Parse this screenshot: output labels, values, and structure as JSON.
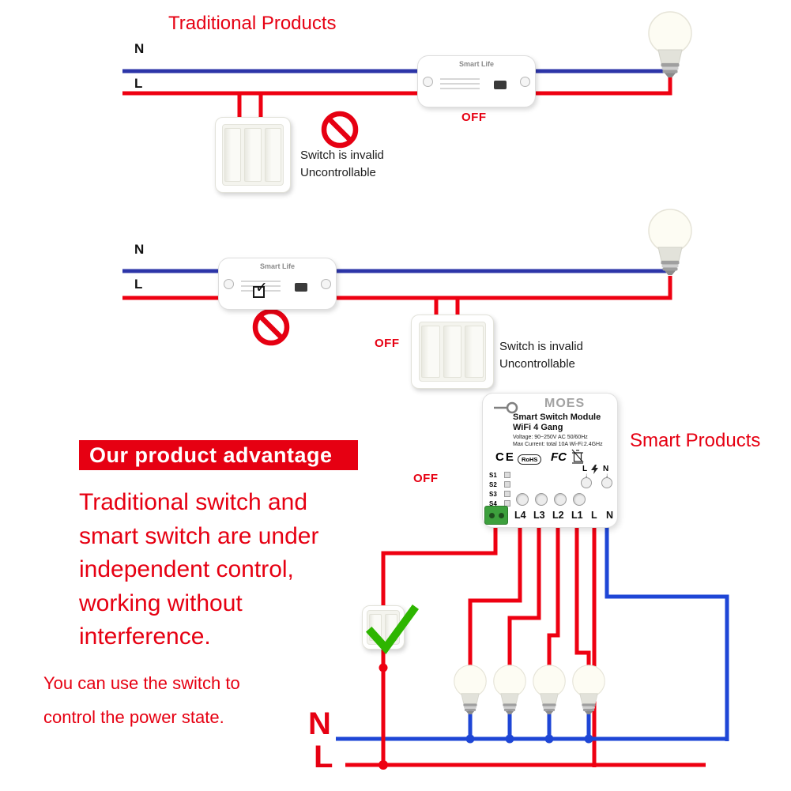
{
  "colors": {
    "red": "#e60012",
    "wire_red": "#ee0011",
    "wire_blue": "#2c35a8",
    "wire_blue_bright": "#1e46d6",
    "green": "#2db500",
    "banner_bg": "#e60012",
    "banner_text": "#ffffff",
    "text_dark": "#1c1c1c"
  },
  "icons": {
    "check_mark": "✓",
    "down_arrow": "↓"
  },
  "sections": {
    "traditional": {
      "title": "Traditional Products",
      "n_label": "N",
      "l_label": "L",
      "off_label": "OFF",
      "invalid_line1": "Switch is invalid",
      "invalid_line2": "Uncontrollable"
    },
    "middle": {
      "n_label": "N",
      "l_label": "L",
      "off_label": "OFF",
      "invalid_line1": "Switch is invalid",
      "invalid_line2": "Uncontrollable"
    },
    "smart": {
      "title": "Smart Products",
      "off_label": "OFF",
      "banner": "Our product advantage",
      "advantage_lines": [
        "Traditional switch and",
        "smart switch are under",
        "independent control,",
        "working without",
        "interference."
      ],
      "note_lines": [
        "You can use the switch to",
        "control the power state."
      ],
      "bus_n_label": "N",
      "bus_l_label": "L"
    }
  },
  "devices": {
    "breaker": {
      "brand": "Smart Life"
    },
    "module": {
      "brand": "MOES",
      "title": "Smart Switch Module",
      "subtitle": "WiFi 4 Gang",
      "spec_voltage": "Voltage: 90~250V AC 50/60Hz",
      "spec_current": "Max Current: total 10A Wi-Fi:2.4GHz",
      "cert_ce": "CE",
      "cert_rohs": "RoHS",
      "cert_fcc": "FC",
      "input_l_label": "L",
      "input_n_label": "N",
      "side_terminals": [
        "S1",
        "S2",
        "S3",
        "S4"
      ],
      "bottom_terminals": [
        "L4",
        "L3",
        "L2",
        "L1",
        "L",
        "N"
      ]
    }
  }
}
